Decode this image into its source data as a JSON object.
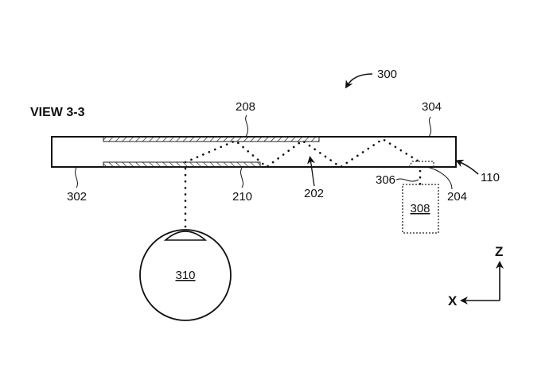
{
  "figure": {
    "view_label": "VIEW 3-3",
    "figure_ref": "300",
    "labels": {
      "waveguide_ref": "110",
      "waveguide_lower_surface": "302",
      "waveguide_upper_surface": "304",
      "light_path": "202",
      "out_coupler": "204",
      "in_coupler": "208",
      "grating": "210",
      "coupling_path": "306",
      "light_source": "308",
      "eye": "310"
    },
    "axes": {
      "vertical": "Z",
      "horizontal": "X"
    }
  }
}
